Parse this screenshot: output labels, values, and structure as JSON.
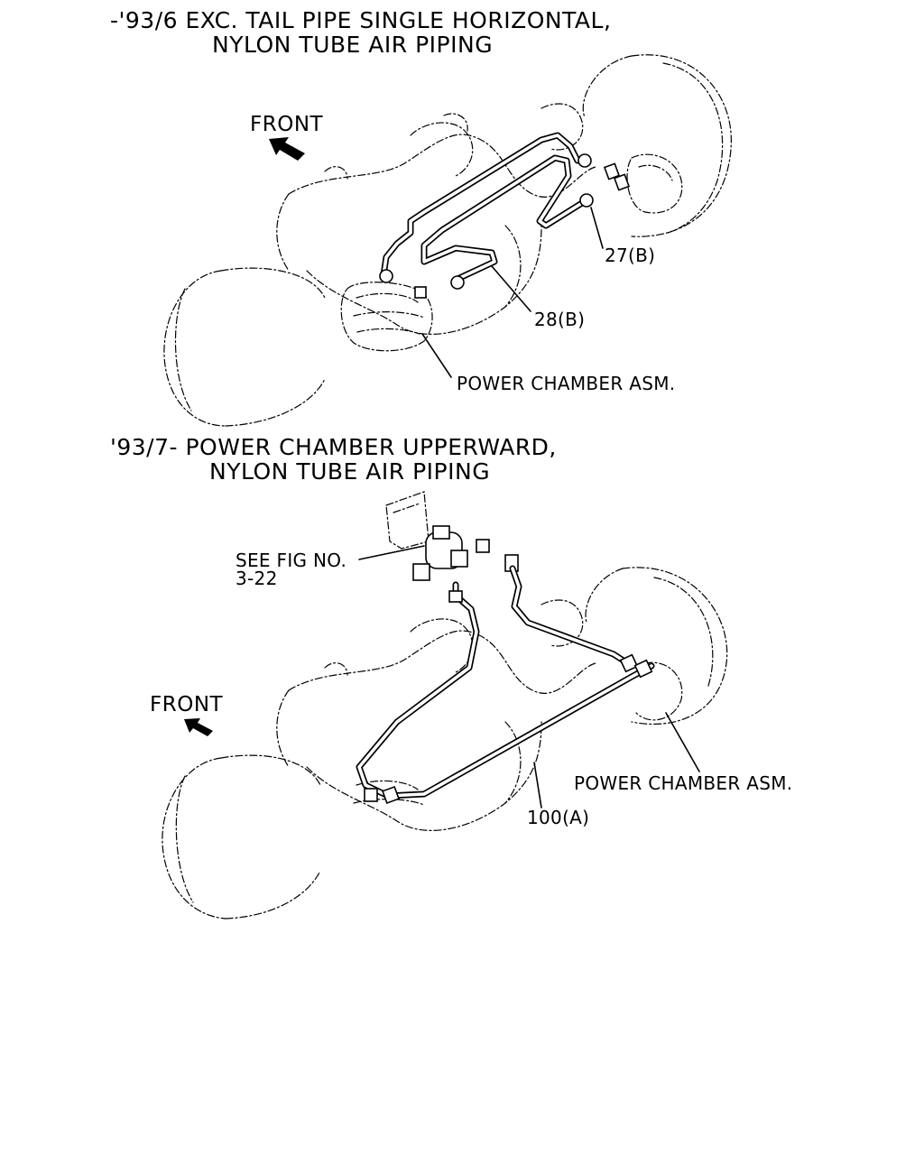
{
  "section_top": {
    "title_line1": "-'93/6 EXC. TAIL PIPE SINGLE HORIZONTAL,",
    "title_line2": "NYLON TUBE AIR PIPING",
    "front_label": "FRONT",
    "callouts": {
      "part_27b": "27(B)",
      "part_28b": "28(B)",
      "power_chamber": "POWER CHAMBER ASM."
    }
  },
  "section_bottom": {
    "title_line1": "'93/7- POWER CHAMBER UPPERWARD,",
    "title_line2": "NYLON TUBE AIR PIPING",
    "front_label": "FRONT",
    "callouts": {
      "see_fig_line1": "SEE FIG NO.",
      "see_fig_line2": "3-22",
      "power_chamber": "POWER CHAMBER ASM.",
      "part_100a": "100(A)"
    }
  }
}
